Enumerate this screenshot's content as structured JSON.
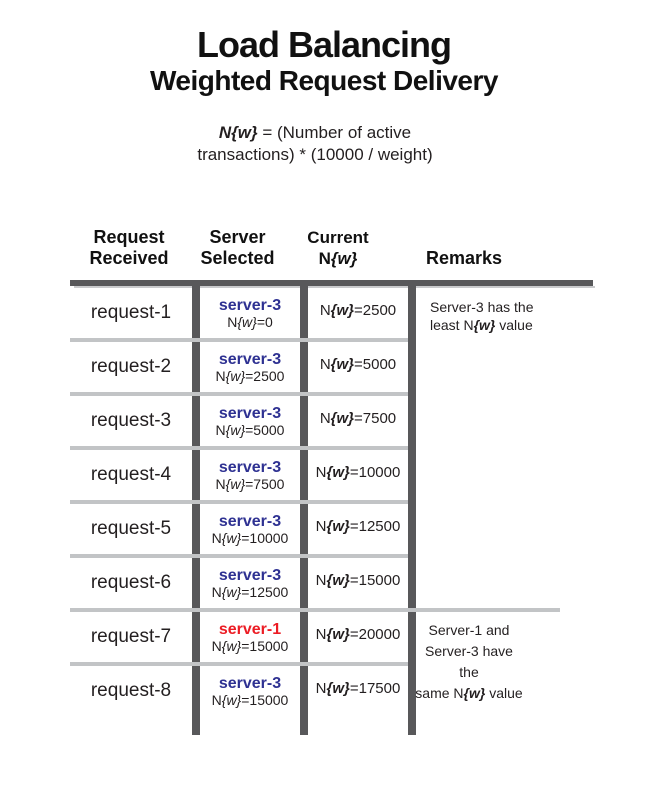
{
  "title": "Load Balancing",
  "subtitle": "Weighted Request Delivery",
  "formula": {
    "nw": "N{w}",
    "line1_rest": " = (Number of active",
    "line2": "transactions) * (10000 / weight)"
  },
  "labels": {
    "n": "N",
    "w": "{w}"
  },
  "colors": {
    "server_blue": "#2e3192",
    "server_red": "#ec1c24",
    "divider_dark": "#58585a",
    "divider_light": "#c2c4c6"
  },
  "table": {
    "headers": {
      "col1_line1": "Request",
      "col1_line2": "Received",
      "col2_line1": "Server",
      "col2_line2": "Selected",
      "col3_line1": "Current",
      "col4": "Remarks"
    },
    "rows": [
      {
        "request": "request-1",
        "server": "server-3",
        "server_color": "#2e3192",
        "server_nw_suffix": "=0",
        "current_suffix": "=2500"
      },
      {
        "request": "request-2",
        "server": "server-3",
        "server_color": "#2e3192",
        "server_nw_suffix": "=2500",
        "current_suffix": "=5000"
      },
      {
        "request": "request-3",
        "server": "server-3",
        "server_color": "#2e3192",
        "server_nw_suffix": "=5000",
        "current_suffix": "=7500"
      },
      {
        "request": "request-4",
        "server": "server-3",
        "server_color": "#2e3192",
        "server_nw_suffix": "=7500",
        "current_suffix": "=10000"
      },
      {
        "request": "request-5",
        "server": "server-3",
        "server_color": "#2e3192",
        "server_nw_suffix": "=10000",
        "current_suffix": "=12500"
      },
      {
        "request": "request-6",
        "server": "server-3",
        "server_color": "#2e3192",
        "server_nw_suffix": "=12500",
        "current_suffix": "=15000"
      },
      {
        "request": "request-7",
        "server": "server-1",
        "server_color": "#ec1c24",
        "server_nw_suffix": "=15000",
        "current_suffix": "=20000"
      },
      {
        "request": "request-8",
        "server": "server-3",
        "server_color": "#2e3192",
        "server_nw_suffix": "=15000",
        "current_suffix": "=17500"
      }
    ],
    "remark1": {
      "line1": "Server-3 has the",
      "line2_pre": "least N",
      "line2_post": " value"
    },
    "remark2": {
      "line1": "Server-1 and",
      "line2": "Server-3 have the",
      "line3_pre": "same N",
      "line3_post": " value"
    }
  }
}
